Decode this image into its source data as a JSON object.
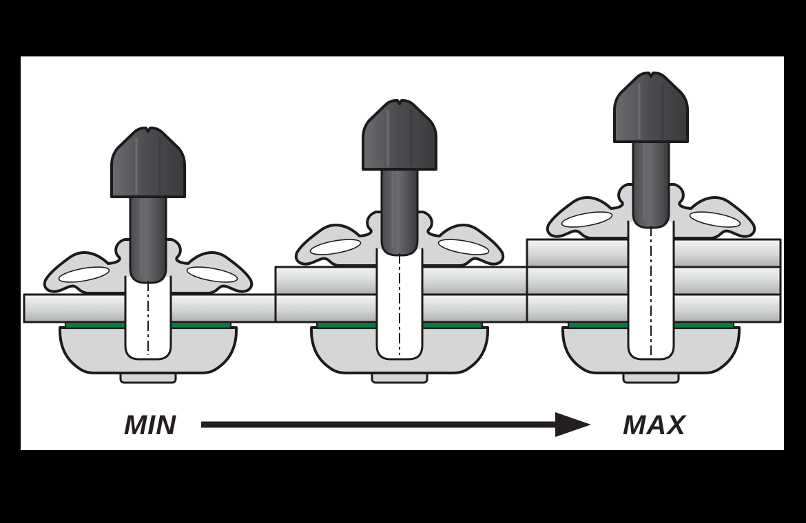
{
  "diagram": {
    "labels": {
      "min": "MIN",
      "max": "MAX"
    },
    "arrow": {
      "from": "MIN",
      "to": "MAX",
      "direction": "right"
    },
    "rivets": [
      {
        "name": "rivet-min-grip",
        "position": "left",
        "sheet_count": 1
      },
      {
        "name": "rivet-mid-grip",
        "position": "center",
        "sheet_count": 2
      },
      {
        "name": "rivet-max-grip",
        "position": "right",
        "sheet_count": 3
      }
    ],
    "colors": {
      "page_background": "#000000",
      "panel_background": "#ffffff",
      "outline": "#1d1a1b",
      "body_gray": "#d5d6d8",
      "sheet_light": "#f4f5f6",
      "sheet_mid": "#d3d5d6",
      "sheet_dark": "#adb0b2",
      "mandrel_light": "#6b6c6f",
      "mandrel_mid": "#4a4b4e",
      "mandrel_dark": "#3a3b3d",
      "gasket_green": "#0b7a3e",
      "text": "#231f20",
      "white": "#ffffff"
    }
  }
}
